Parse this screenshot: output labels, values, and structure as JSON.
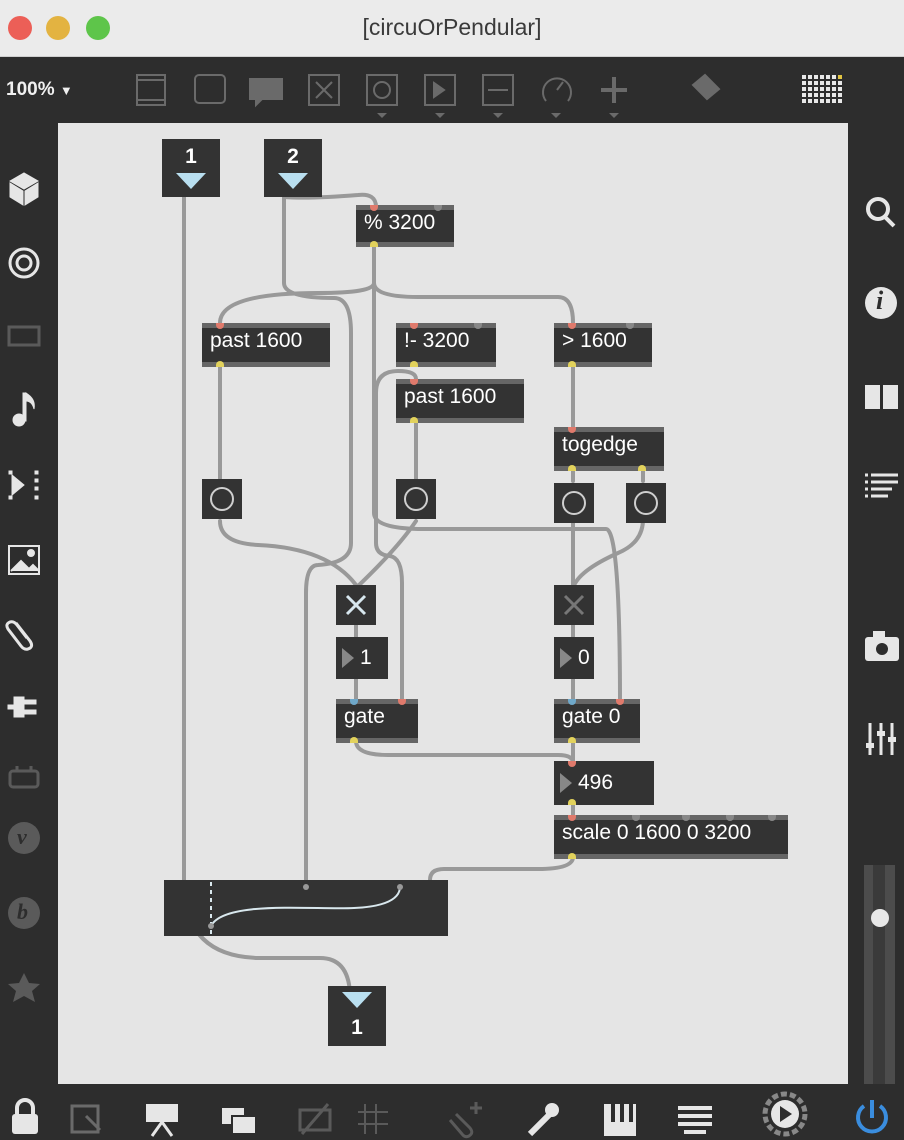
{
  "window": {
    "title": "[circuOrPendular]",
    "traffic_lights": {
      "close": "#ec5f57",
      "minimize": "#e3b341",
      "zoom": "#5ec54a"
    }
  },
  "toolbar": {
    "zoom": "100%",
    "zoom_arrow": "▼",
    "tools": [
      "object-box-icon",
      "message-icon",
      "comment-icon",
      "toggle-icon",
      "button-icon",
      "play-icon",
      "slider-icon",
      "dial-icon",
      "plus-icon",
      "paint-bucket-icon",
      "grid-icon"
    ]
  },
  "left_sidebar": [
    "package-icon",
    "target-icon",
    "presentation-icon",
    "music-note-icon",
    "player-icon",
    "image-icon",
    "paperclip-icon",
    "plug-icon",
    "device-icon",
    "v-icon",
    "b-icon",
    "star-icon"
  ],
  "right_sidebar": [
    "search-icon",
    "info-icon",
    "columns-icon",
    "list-icon",
    "camera-icon",
    "mixer-icon"
  ],
  "bottom_bar": [
    "lock-icon",
    "cursor-icon",
    "presentation-mode-icon",
    "windows-icon",
    "mute-icon",
    "grid-icon",
    "clip-add-icon",
    "wrench-icon",
    "piano-icon",
    "keyboard-icon",
    "play-circle-icon",
    "power-icon"
  ],
  "patch": {
    "inlet1": "1",
    "inlet2": "2",
    "outlet1": "1",
    "mod": "% 3200",
    "past1": "past 1600",
    "sub": "!- 3200",
    "past2": "past 1600",
    "gt": "> 1600",
    "togedge": "togedge",
    "num1": "1",
    "num0": "0",
    "gate1": "gate",
    "gate0": "gate 0",
    "num496": "496",
    "scale": "scale 0 1600 0 3200"
  },
  "colors": {
    "canvas": "#e5e5e5",
    "object": "#333333",
    "cable": "#9a9a9a",
    "accent": "#3a8dde"
  }
}
